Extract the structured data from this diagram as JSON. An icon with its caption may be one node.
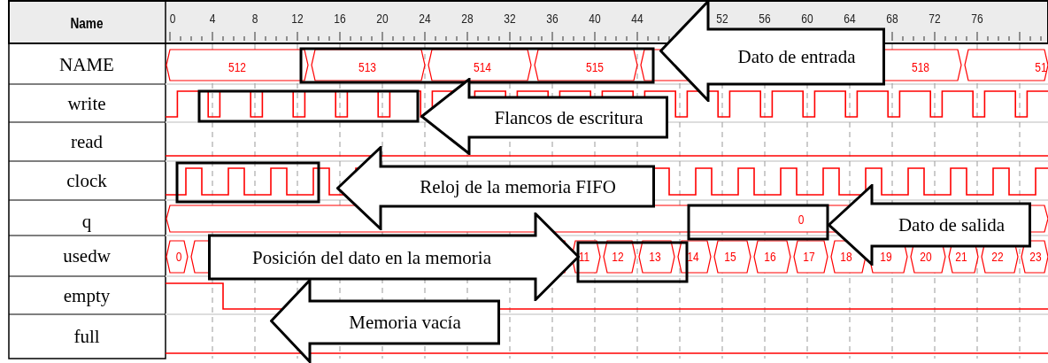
{
  "diagram": {
    "nodes": [
      {
        "text": [
          "Dato de entrada"
        ]
      },
      {
        "text": [
          "Flancos de escritura"
        ]
      },
      {
        "text": [
          "Reloj de la memoria FIFO"
        ]
      },
      {
        "text": [
          "Dato de salida"
        ]
      },
      {
        "text": [
          "Posición del dato en la memoria"
        ]
      },
      {
        "text": [
          "Memoria vacía"
        ]
      }
    ],
    "labels": [
      "Name",
      "0",
      "4",
      "8",
      "12",
      "16",
      "20",
      "24",
      "28",
      "32",
      "36",
      "40",
      "44",
      "52",
      "56",
      "60",
      "64",
      "68",
      "72",
      "76",
      "NAME",
      "512",
      "513",
      "514",
      "515",
      "518",
      "51",
      "write",
      "read",
      "clock",
      "q",
      "0",
      "usedw",
      "0",
      "11",
      "12",
      "13",
      "14",
      "15",
      "16",
      "17",
      "18",
      "19",
      "20",
      "21",
      "22",
      "23",
      "empty",
      "full"
    ]
  }
}
